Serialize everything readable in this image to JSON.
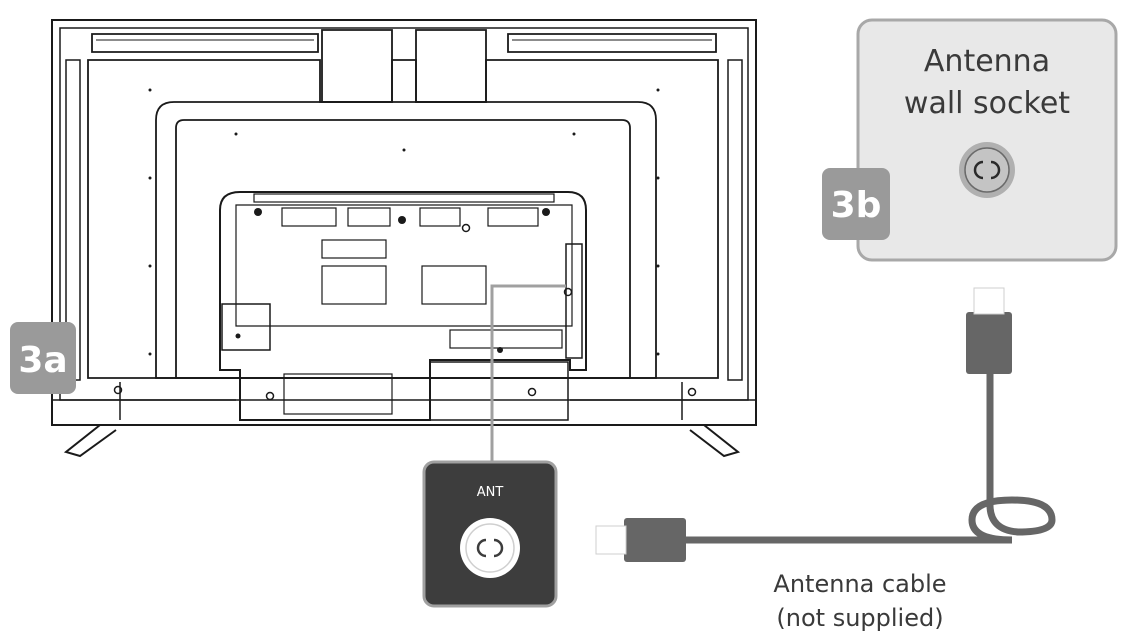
{
  "labels": {
    "wall_socket_line1": "Antenna",
    "wall_socket_line2": "wall socket",
    "step_3a": "3a",
    "step_3b": "3b",
    "port_label": "ANT",
    "cable_line1": "Antenna cable",
    "cable_line2": "(not supplied)"
  },
  "colors": {
    "outline": "#1a1a1a",
    "badge_bg": "#9a9a9a",
    "socket_panel_bg": "#e8e8e8",
    "socket_panel_border": "#a8a8a8",
    "port_panel_bg": "#3d3d3d",
    "cable": "#666666",
    "connector_tip": "#ffffff",
    "label_text": "#3a3a3a"
  },
  "icons": {
    "tv": "tv-rear-outline",
    "wall_socket": "coax-socket-icon",
    "port": "coax-port-icon"
  }
}
